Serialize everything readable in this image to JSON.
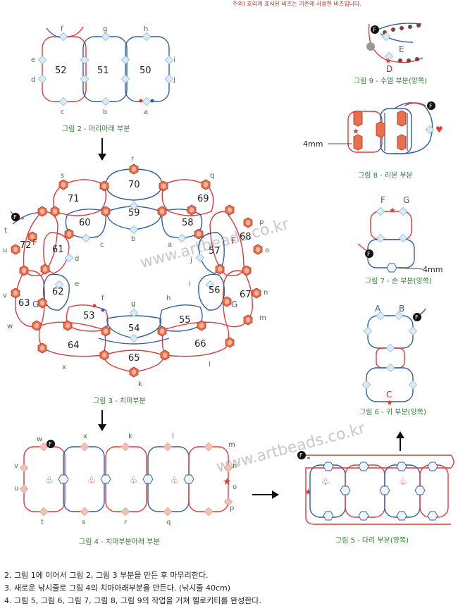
{
  "note": "주의) 호리게 표시된 비즈는 기존에 사용한 비즈입니다.",
  "watermark": "www.artbeads.co.kr",
  "instructions": [
    "2. 그림 1에 이어서 그림 2, 그림 3 부분을 만든 후 마무리한다.",
    "3. 새로운 낚시줄로 그림 4의 치마아래부분을  만든다. (낚시줄 40cm)",
    "4. 그림 5, 그림 6, 그림 7, 그림 8, 그림 9의 작업을 거쳐 헬로키티를 완성한다."
  ],
  "fig2": {
    "caption": "그림 2 - 머리아래 부분",
    "numbers": [
      "52",
      "51",
      "50"
    ],
    "letters": [
      "f",
      "g",
      "h",
      "e",
      "d",
      "i",
      "j",
      "c",
      "b",
      "a"
    ]
  },
  "fig3": {
    "caption": "그림 3 - 치마부분",
    "numbers": [
      "70",
      "71",
      "69",
      "59",
      "60",
      "58",
      "72",
      "61",
      "57",
      "68",
      "62",
      "56",
      "63",
      "67",
      "53",
      "54",
      "55",
      "64",
      "66",
      "65"
    ],
    "letters": [
      "r",
      "s",
      "q",
      "t",
      "p",
      "u",
      "o",
      "v",
      "n",
      "w",
      "m",
      "x",
      "l",
      "k",
      "c",
      "b",
      "a",
      "d",
      "j",
      "e",
      "i",
      "f",
      "g",
      "h"
    ],
    "labels": [
      "F",
      "F",
      "G",
      "G"
    ]
  },
  "fig4": {
    "caption": "그림 4 - 치마부분아래 부분",
    "letters": [
      "w",
      "x",
      "k",
      "l",
      "m",
      "v",
      "n",
      "u",
      "o",
      "p",
      "t",
      "s",
      "r",
      "q"
    ]
  },
  "fig5": {
    "caption": "그림 5 - 다리 부분(양쪽)"
  },
  "fig6": {
    "caption": "그림 6 - 귀 부분(양쪽)",
    "labels": [
      "A",
      "B",
      "C"
    ]
  },
  "fig7": {
    "caption": "그림 7 - 손 부분(양쪽)",
    "labels": [
      "F",
      "G",
      "4mm"
    ]
  },
  "fig8": {
    "caption": "그림 8 - 리본 부분",
    "labels": [
      "4mm"
    ]
  },
  "fig9": {
    "caption": "그림 9 - 수염 부분(양쪽)",
    "labels": [
      "E",
      "D"
    ]
  },
  "symbols": {
    "start": "F",
    "club": "♧",
    "heart": "♥",
    "star": "★"
  },
  "colors": {
    "red": "#e03a3a",
    "blue": "#2f5fa6",
    "caption": "#2e7d32",
    "bead": "#e8704c"
  }
}
